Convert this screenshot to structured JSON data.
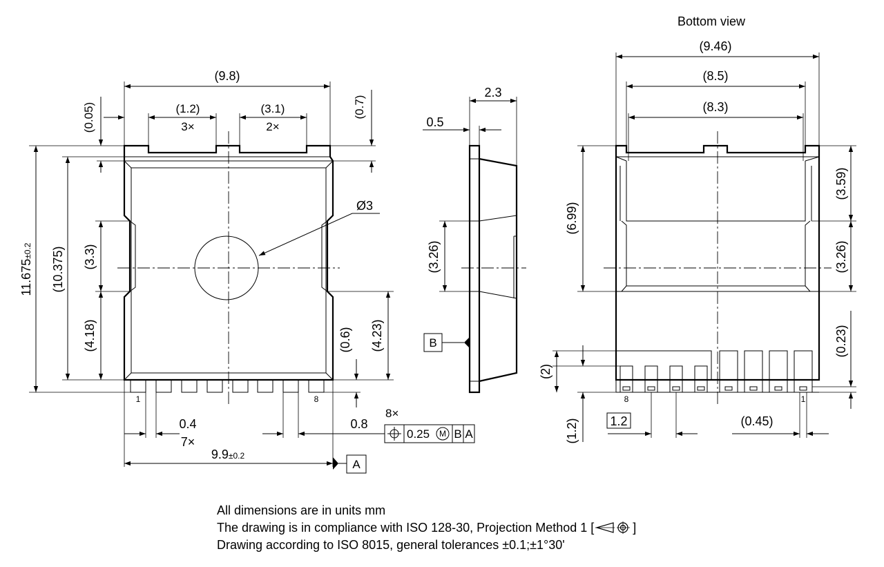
{
  "top_view": {
    "width_paren": "(9.8)",
    "edge_gap": "(0.05)",
    "tab_width": "(1.2)",
    "tab_count": "3×",
    "tab_gap": "(3.1)",
    "gap_count": "2×",
    "corner": "(0.7)",
    "hole": "Ø3",
    "height_total": "11.675",
    "height_total_tol": "±0.2",
    "height_body": "(10.375)",
    "slot_len": "(3.3)",
    "slot_low": "(4.18)",
    "right_low": "(4.23)",
    "lead_step": "(0.6)",
    "pin_first": "1",
    "pin_last": "8",
    "lead_width": "0.4",
    "lead_count": "7×",
    "pitch": "0.8",
    "width_total": "9.9",
    "width_total_tol": "±0.2",
    "datum_a": "A"
  },
  "tolerance_frame": {
    "count": "8×",
    "value": "0.25",
    "modifier": "M",
    "datum1": "B",
    "datum2": "A"
  },
  "side_view": {
    "thickness": "2.3",
    "lead_thk": "0.5",
    "mid": "(3.26)",
    "datum_b": "B"
  },
  "bottom_view": {
    "title": "Bottom view",
    "width_outer": "(9.46)",
    "width_mid": "(8.5)",
    "width_inner": "(8.3)",
    "pad_height": "(6.99)",
    "upper_right": "(3.59)",
    "mid_right": "(3.26)",
    "low_right": "(0.23)",
    "lead_height": "(2)",
    "lead_len": "(1.2)",
    "pitch_box": "1.2",
    "pad_w": "(0.45)",
    "pin_left": "8",
    "pin_right": "1"
  },
  "notes": [
    "All dimensions are in units mm",
    "The drawing is in compliance with ISO 128-30, Projection Method 1 [",
    "]",
    "Drawing according to ISO 8015, general tolerances ±0.1;±1°30'"
  ]
}
